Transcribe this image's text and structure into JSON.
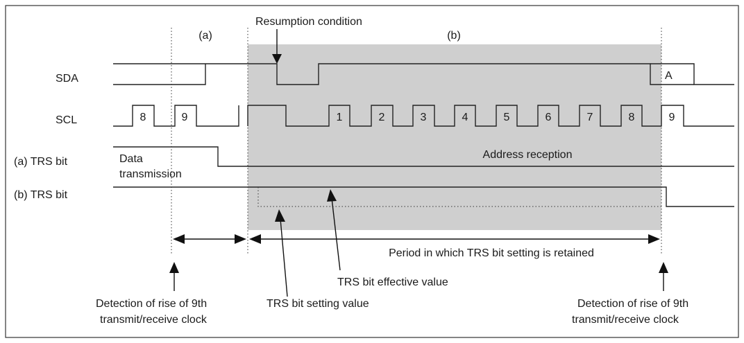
{
  "phase_labels": {
    "a": "(a)",
    "b": "(b)"
  },
  "resumption_condition": "Resumption condition",
  "signals": {
    "sda": "SDA",
    "scl": "SCL",
    "trs_a": "(a) TRS bit",
    "trs_b": "(b) TRS bit"
  },
  "clock_numbers": [
    "8",
    "9",
    "1",
    "2",
    "3",
    "4",
    "5",
    "6",
    "7",
    "8",
    "9"
  ],
  "ack_label": "A",
  "data_transmission": [
    "Data",
    "transmission"
  ],
  "address_reception": "Address reception",
  "period_retained": "Period in which TRS bit setting is retained",
  "trs_effective": "TRS bit effective value",
  "trs_setting": "TRS bit setting value",
  "detection_left": [
    "Detection of rise of 9th",
    "transmit/receive clock"
  ],
  "detection_right": [
    "Detection of rise of 9th",
    "transmit/receive clock"
  ],
  "colors": {
    "shade": "#cfcfcf",
    "line": "#222222",
    "border": "#333333"
  }
}
